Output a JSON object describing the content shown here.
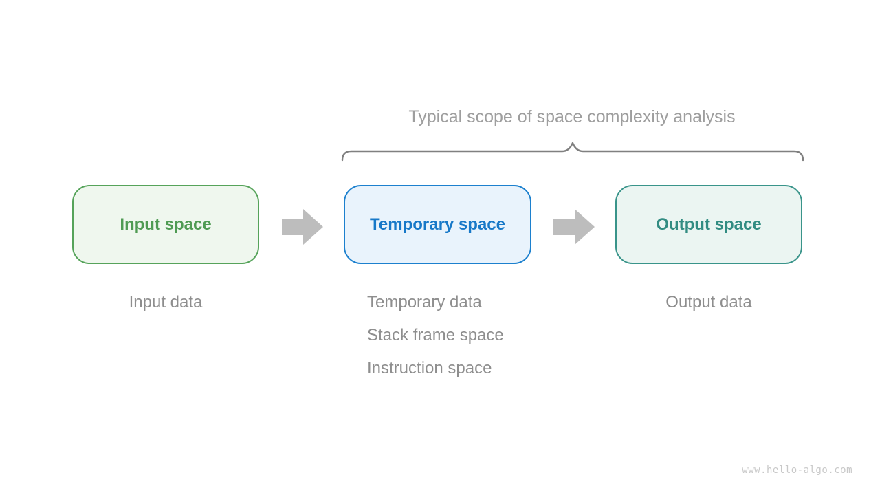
{
  "annotation": {
    "title": "Typical scope of space complexity analysis",
    "color": "#9e9e9e"
  },
  "brace": {
    "color": "#808080"
  },
  "boxes": [
    {
      "id": "input-space",
      "label": "Input space",
      "border_color": "#56a35a",
      "fill_color": "#eff7ee",
      "text_color": "#4f9b53"
    },
    {
      "id": "temporary-space",
      "label": "Temporary space",
      "border_color": "#1c80ce",
      "fill_color": "#e9f3fc",
      "text_color": "#1778c8"
    },
    {
      "id": "output-space",
      "label": "Output space",
      "border_color": "#39948a",
      "fill_color": "#ebf5f2",
      "text_color": "#328c82"
    }
  ],
  "arrows": {
    "icon": "right-block-arrow",
    "color": "#bdbdbd"
  },
  "captions": {
    "color": "#8e8e8e",
    "input": "Input data",
    "temporary": [
      "Temporary data",
      "Stack frame space",
      "Instruction space"
    ],
    "output": "Output data"
  },
  "watermark": {
    "text": "www.hello-algo.com",
    "color": "#c9c9c9"
  }
}
